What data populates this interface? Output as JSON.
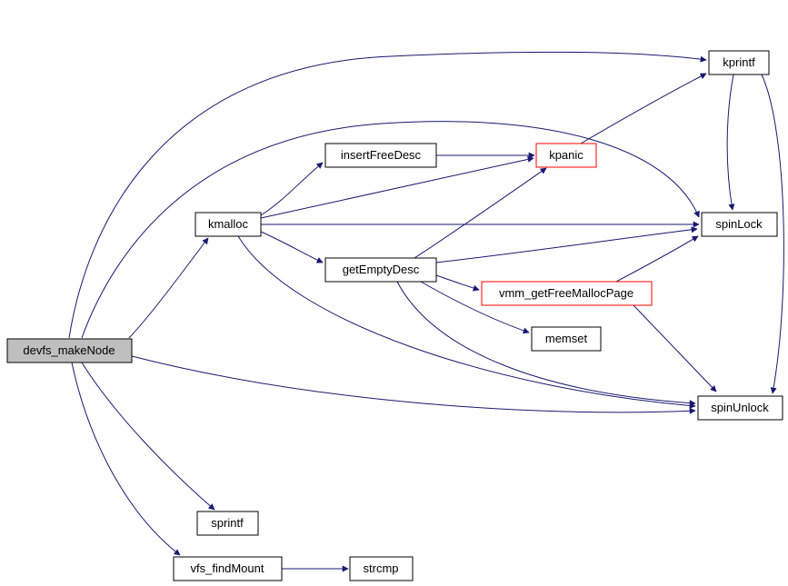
{
  "diagram": {
    "type": "call-graph",
    "root": "devfs_makeNode",
    "colors": {
      "edge": "#191970",
      "node_border": "#000000",
      "highlight_border": "#ff0000",
      "root_fill": "#bfbfbf",
      "node_fill": "#ffffff"
    },
    "nodes": {
      "devfs_makeNode": {
        "label": "devfs_makeNode",
        "style": "root"
      },
      "kmalloc": {
        "label": "kmalloc",
        "style": "normal"
      },
      "insertFreeDesc": {
        "label": "insertFreeDesc",
        "style": "normal"
      },
      "kpanic": {
        "label": "kpanic",
        "style": "highlight"
      },
      "kprintf": {
        "label": "kprintf",
        "style": "normal"
      },
      "spinLock": {
        "label": "spinLock",
        "style": "normal"
      },
      "getEmptyDesc": {
        "label": "getEmptyDesc",
        "style": "normal"
      },
      "vmm_getFreeMallocPage": {
        "label": "vmm_getFreeMallocPage",
        "style": "highlight"
      },
      "memset": {
        "label": "memset",
        "style": "normal"
      },
      "spinUnlock": {
        "label": "spinUnlock",
        "style": "normal"
      },
      "sprintf": {
        "label": "sprintf",
        "style": "normal"
      },
      "vfs_findMount": {
        "label": "vfs_findMount",
        "style": "normal"
      },
      "strcmp": {
        "label": "strcmp",
        "style": "normal"
      }
    },
    "edges": [
      {
        "from": "devfs_makeNode",
        "to": "kprintf"
      },
      {
        "from": "devfs_makeNode",
        "to": "spinLock"
      },
      {
        "from": "devfs_makeNode",
        "to": "kmalloc"
      },
      {
        "from": "devfs_makeNode",
        "to": "spinUnlock"
      },
      {
        "from": "devfs_makeNode",
        "to": "sprintf"
      },
      {
        "from": "devfs_makeNode",
        "to": "vfs_findMount"
      },
      {
        "from": "kmalloc",
        "to": "insertFreeDesc"
      },
      {
        "from": "kmalloc",
        "to": "kpanic"
      },
      {
        "from": "kmalloc",
        "to": "spinLock"
      },
      {
        "from": "kmalloc",
        "to": "getEmptyDesc"
      },
      {
        "from": "kmalloc",
        "to": "spinUnlock"
      },
      {
        "from": "insertFreeDesc",
        "to": "kpanic"
      },
      {
        "from": "kpanic",
        "to": "kprintf"
      },
      {
        "from": "getEmptyDesc",
        "to": "kpanic"
      },
      {
        "from": "getEmptyDesc",
        "to": "spinLock"
      },
      {
        "from": "getEmptyDesc",
        "to": "vmm_getFreeMallocPage"
      },
      {
        "from": "getEmptyDesc",
        "to": "memset"
      },
      {
        "from": "getEmptyDesc",
        "to": "spinUnlock"
      },
      {
        "from": "vmm_getFreeMallocPage",
        "to": "spinLock"
      },
      {
        "from": "vmm_getFreeMallocPage",
        "to": "spinUnlock"
      },
      {
        "from": "kprintf",
        "to": "spinLock"
      },
      {
        "from": "kprintf",
        "to": "spinUnlock"
      },
      {
        "from": "vfs_findMount",
        "to": "strcmp"
      }
    ]
  }
}
